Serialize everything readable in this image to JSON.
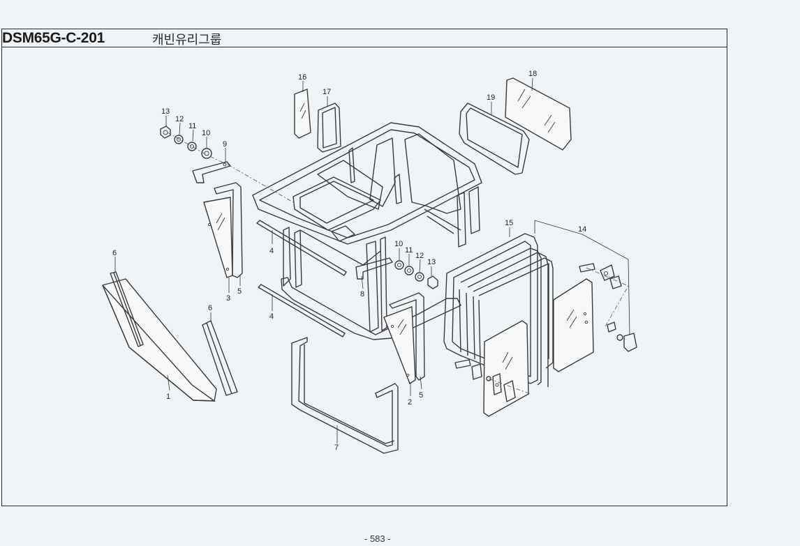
{
  "header": {
    "code": "DSM65G-C-201",
    "title": "캐빈유리그룹"
  },
  "footer": {
    "page": "- 583 -"
  },
  "callouts": {
    "p1": "1",
    "p2": "2",
    "p3": "3",
    "p4a": "4",
    "p4b": "4",
    "p5a": "5",
    "p5b": "5",
    "p6a": "6",
    "p6b": "6",
    "p7": "7",
    "p8": "8",
    "p9": "9",
    "p10a": "10",
    "p10b": "10",
    "p11a": "11",
    "p11b": "11",
    "p12a": "12",
    "p12b": "12",
    "p13a": "13",
    "p13b": "13",
    "p14": "14",
    "p15": "15",
    "p16": "16",
    "p17": "17",
    "p18": "18",
    "p19": "19"
  }
}
